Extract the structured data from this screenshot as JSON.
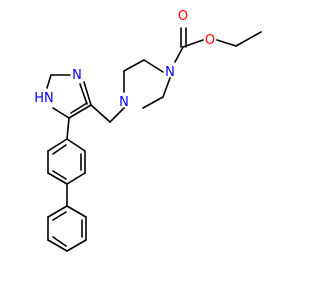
{
  "atoms": {
    "carbonyl_o": {
      "label": "O",
      "color": "#ff0000"
    },
    "ester_o": {
      "label": "O",
      "color": "#ff0000"
    },
    "piperazine_n1": {
      "label": "N",
      "color": "#0000ff"
    },
    "piperazine_n4": {
      "label": "N",
      "color": "#0000ff"
    },
    "pyrazole_n": {
      "label": "N",
      "color": "#0000ff"
    },
    "pyrazole_nh": {
      "label": "HN",
      "color": "#0000ff"
    }
  },
  "colors": {
    "bond": "#000000",
    "background": "#ffffff"
  }
}
